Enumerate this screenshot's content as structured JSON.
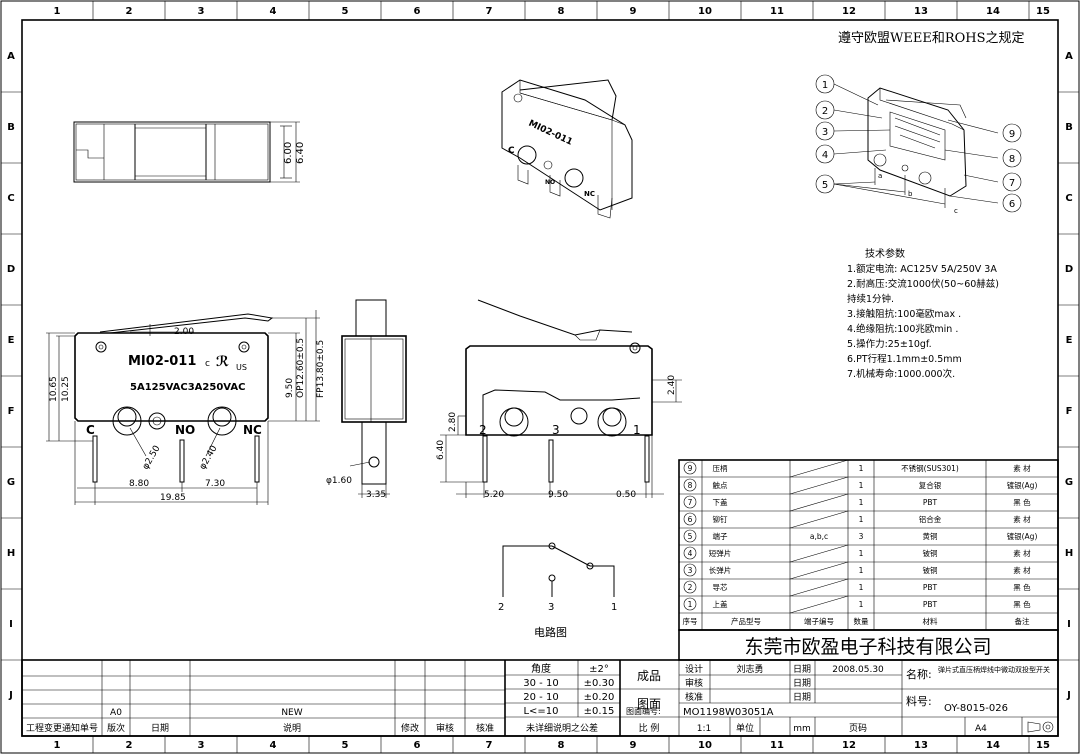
{
  "frame": {
    "col_numbers": [
      "1",
      "2",
      "3",
      "4",
      "5",
      "6",
      "7",
      "8",
      "9",
      "10",
      "11",
      "12",
      "13",
      "14",
      "15"
    ],
    "row_letters": [
      "A",
      "B",
      "C",
      "D",
      "E",
      "F",
      "G",
      "H",
      "I",
      "J"
    ]
  },
  "compliance_note": "遵守欧盟WEEE和ROHS之规定",
  "top_view": {
    "dim1": "6.00",
    "dim2": "6.40"
  },
  "iso_view": {
    "model": "MI02-011",
    "term_c": "C",
    "term_nc": "NC",
    "term_no": "NO"
  },
  "front_view": {
    "model": "MI02-011",
    "rating": "5A125VAC3A250VAC",
    "cert": "c",
    "cert_us": "US",
    "term_c": "C",
    "term_no": "NO",
    "term_nc": "NC",
    "dims": {
      "lever_offset": "2.00",
      "h1065": "10.65",
      "h1025": "10.25",
      "hole1": "φ2.50",
      "hole2": "φ2.40",
      "pitch1": "8.80",
      "pitch2": "7.30",
      "width": "19.85",
      "h950": "9.50",
      "op": "OP12.60±0.5",
      "fp": "FP13.80±0.5"
    }
  },
  "side_view": {
    "dia": "φ1.60",
    "thick": "3.35"
  },
  "schematic_view": {
    "t2": "2",
    "t3": "3",
    "t1": "1",
    "dims": {
      "d240": "2.40",
      "d280": "2.80",
      "d640": "6.40",
      "d520": "5.20",
      "d950": "9.50",
      "d050": "0.50"
    }
  },
  "circuit": {
    "t2": "2",
    "t3": "3",
    "t1": "1",
    "caption": "电路图"
  },
  "exploded_view": {
    "callouts": [
      "1",
      "2",
      "3",
      "4",
      "5",
      "6",
      "7",
      "8",
      "9"
    ],
    "sub_a": "a",
    "sub_b": "b",
    "sub_c": "c"
  },
  "tech_params": {
    "title": "技术参数",
    "lines": [
      "1.额定电流: AC125V 5A/250V 3A",
      "2.耐高压:交流1000伏(50~60赫兹)",
      "持续1分钟.",
      "3.接触阻抗:100毫欧max .",
      "4.绝缘阻抗:100兆欧min .",
      "5.操作力:25±10gf.",
      "6.PT行程1.1mm±0.5mm",
      "7.机械寿命:1000.000次."
    ]
  },
  "parts_table": {
    "rows": [
      {
        "no": "9",
        "name": "压柄",
        "spec": "",
        "qty": "1",
        "material": "不锈钢(SUS301)",
        "note": "素 材"
      },
      {
        "no": "8",
        "name": "触点",
        "spec": "",
        "qty": "1",
        "material": "复合银",
        "note": "镀银(Ag)"
      },
      {
        "no": "7",
        "name": "下盖",
        "spec": "",
        "qty": "1",
        "material": "PBT",
        "note": "黑 色"
      },
      {
        "no": "6",
        "name": "铆钉",
        "spec": "",
        "qty": "1",
        "material": "铝合金",
        "note": "素 材"
      },
      {
        "no": "5",
        "name": "端子",
        "spec": "a,b,c",
        "qty": "3",
        "material": "黄铜",
        "note": "镀银(Ag)"
      },
      {
        "no": "4",
        "name": "短弹片",
        "spec": "",
        "qty": "1",
        "material": "铍铜",
        "note": "素 材"
      },
      {
        "no": "3",
        "name": "长弹片",
        "spec": "",
        "qty": "1",
        "material": "铍铜",
        "note": "素 材"
      },
      {
        "no": "2",
        "name": "导芯",
        "spec": "",
        "qty": "1",
        "material": "PBT",
        "note": "黑 色"
      },
      {
        "no": "1",
        "name": "上盖",
        "spec": "",
        "qty": "1",
        "material": "PBT",
        "note": "黑 色"
      }
    ],
    "headers": [
      "序号",
      "产品型号",
      "端子编号",
      "数量",
      "材料",
      "备注"
    ]
  },
  "title_block": {
    "company": "东莞市欧盈电子科技有限公司",
    "tolerance": {
      "angle_label": "角度",
      "angle_value": "±2°",
      "rows": [
        {
          "range": "30 - 10",
          "tol": "±0.30"
        },
        {
          "range": "20 - 10",
          "tol": "±0.20"
        },
        {
          "range": "L<=10",
          "tol": "±0.15"
        }
      ],
      "note": "未详细说明之公差"
    },
    "product_label": "成品",
    "drawing_label": "图面",
    "design_label": "设计",
    "designer": "刘志勇",
    "date_label": "日期",
    "date": "2008.05.30",
    "review_label": "审核",
    "approve_label": "核准",
    "name_label": "名称:",
    "name_value": "弹片式直压柄焊线中微动双投型开关",
    "drawing_no_label": "图面编号:",
    "drawing_no": "MO1198W03051A",
    "material_no_label": "料号:",
    "material_no": "OY-8015-026",
    "scale_label": "比 例",
    "scale": "1:1",
    "unit_label": "单位",
    "unit": "mm",
    "page_label": "页码",
    "size": "A4",
    "rev": {
      "version": "A0",
      "desc": "NEW"
    },
    "rev_headers": [
      "工程变更通知单号",
      "版次",
      "日期",
      "说明",
      "修改",
      "审核",
      "核准"
    ]
  }
}
